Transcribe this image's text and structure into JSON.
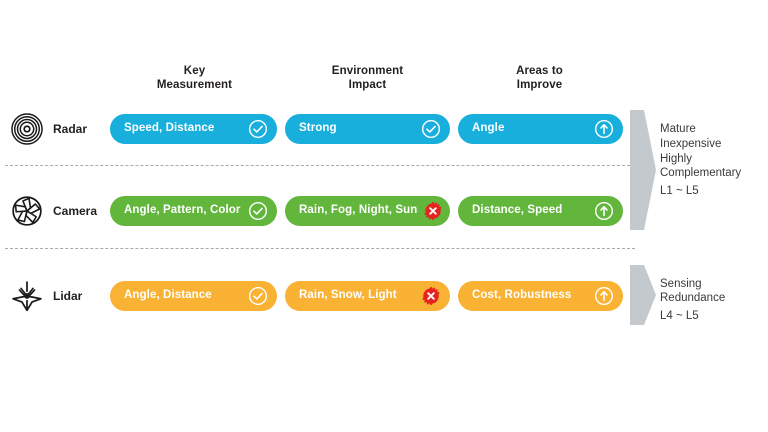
{
  "headers": [
    {
      "line1": "Key",
      "line2": "Measurement"
    },
    {
      "line1": "Environment",
      "line2": "Impact"
    },
    {
      "line1": "Areas to",
      "line2": "Improve"
    }
  ],
  "rows": [
    {
      "name": "Radar",
      "icon": "radar-waves-icon",
      "color": "#19afdc",
      "cells": [
        {
          "text": "Speed, Distance",
          "badge": "check-circle-icon"
        },
        {
          "text": "Strong",
          "badge": "check-circle-icon"
        },
        {
          "text": "Angle",
          "badge": "up-arrow-circle-icon"
        }
      ]
    },
    {
      "name": "Camera",
      "icon": "camera-aperture-icon",
      "color": "#63b63c",
      "cells": [
        {
          "text": "Angle, Pattern, Color",
          "badge": "check-circle-icon"
        },
        {
          "text": "Rain, Fog, Night, Sun",
          "badge": "x-burst-icon"
        },
        {
          "text": "Distance, Speed",
          "badge": "up-arrow-circle-icon"
        }
      ]
    },
    {
      "name": "Lidar",
      "icon": "lidar-beam-star-icon",
      "color": "#f9b233",
      "cells": [
        {
          "text": "Angle, Distance",
          "badge": "check-circle-icon"
        },
        {
          "text": "Rain, Snow, Light",
          "badge": "x-burst-icon"
        },
        {
          "text": "Cost, Robustness",
          "badge": "up-arrow-circle-icon"
        }
      ]
    }
  ],
  "notes": [
    {
      "lines": [
        "Mature",
        "Inexpensive",
        "Highly",
        "Complementary",
        "L1 ~ L5"
      ]
    },
    {
      "lines": [
        "Sensing",
        "Redundance",
        "L4 ~ L5"
      ]
    }
  ],
  "colors": {
    "radar": "#19afdc",
    "camera": "#63b63c",
    "lidar": "#f9b233",
    "badge_negative": "#e52421",
    "arrow_gray": "#c3c9cd",
    "separator": "#9b9b9b",
    "text": "#231f20"
  }
}
